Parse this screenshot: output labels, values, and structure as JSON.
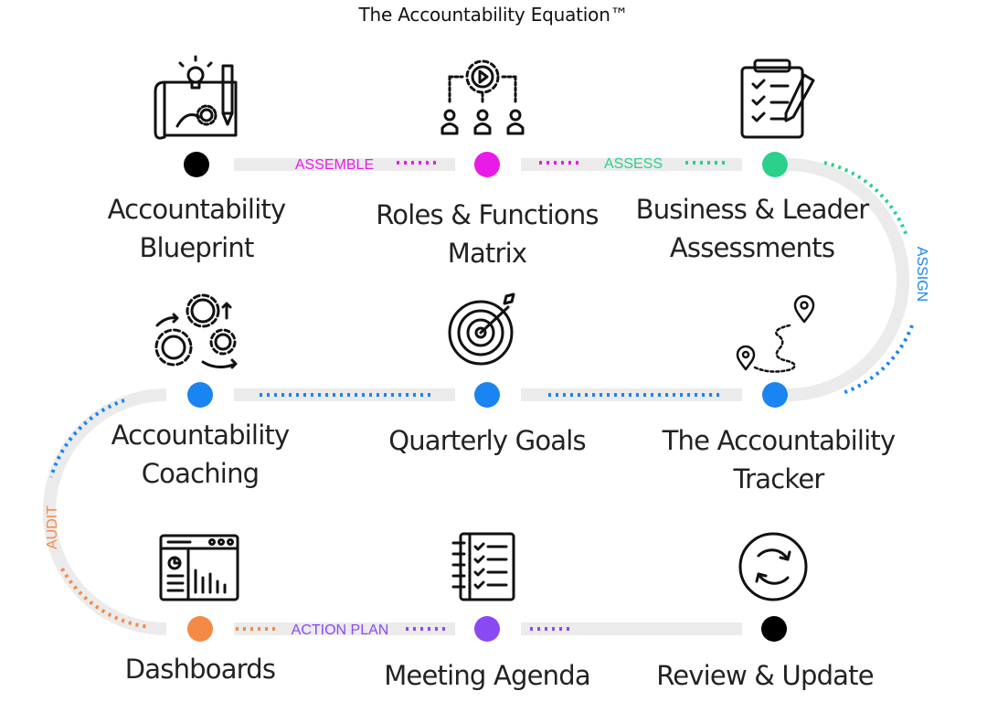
{
  "title": "The Accountability Equation™",
  "steps": [
    {
      "line1": "Accountability",
      "line2": "Blueprint",
      "icon": "blueprint-icon",
      "color": "#000000"
    },
    {
      "line1": "Roles & Functions",
      "line2": "Matrix",
      "icon": "team-gear-icon",
      "color": "#e91be9"
    },
    {
      "line1": "Business & Leader",
      "line2": "Assessments",
      "icon": "clipboard-checklist-icon",
      "color": "#2bd08a"
    },
    {
      "line1": "The Accountability",
      "line2": "Tracker",
      "icon": "map-route-icon",
      "color": "#1a84f0"
    },
    {
      "line1": "Quarterly Goals",
      "line2": "",
      "icon": "target-icon",
      "color": "#1a84f0"
    },
    {
      "line1": "Accountability",
      "line2": "Coaching",
      "icon": "gears-icon",
      "color": "#1a84f0"
    },
    {
      "line1": "Dashboards",
      "line2": "",
      "icon": "dashboard-icon",
      "color": "#f58a45"
    },
    {
      "line1": "Meeting Agenda",
      "line2": "",
      "icon": "notebook-icon",
      "color": "#8a4af3"
    },
    {
      "line1": "Review & Update",
      "line2": "",
      "icon": "refresh-cycle-icon",
      "color": "#000000"
    }
  ],
  "connectors": {
    "assemble": {
      "label": "ASSEMBLE",
      "color": "#e91be9"
    },
    "assess": {
      "label": "ASSESS",
      "color": "#2bd08a"
    },
    "assign": {
      "label": "ASSIGN",
      "color": "#1a84f0"
    },
    "audit": {
      "label": "AUDIT",
      "color": "#f58a45"
    },
    "action_plan": {
      "label": "ACTION PLAN",
      "color": "#8a4af3"
    }
  }
}
